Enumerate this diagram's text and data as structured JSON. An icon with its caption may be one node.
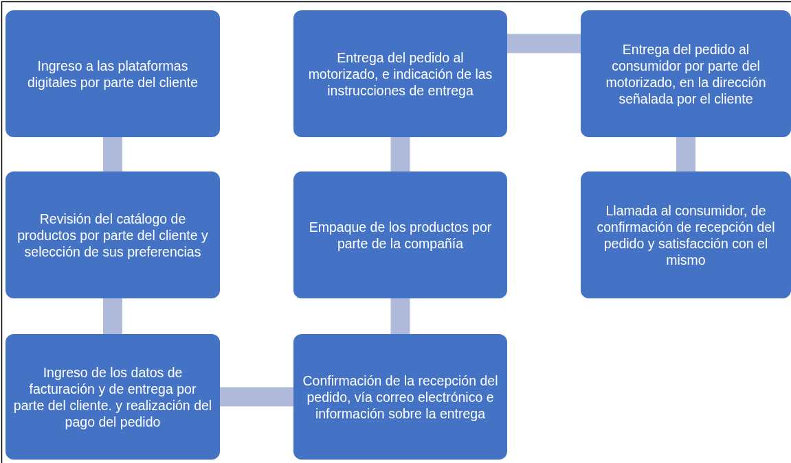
{
  "diagram": {
    "nodes": [
      {
        "text": [
          "Ingreso a las plataformas digitales por parte del cliente"
        ]
      },
      {
        "text": [
          "Revisión del catálogo de productos por parte del cliente y selección de sus preferencias"
        ]
      },
      {
        "text": [
          "Ingreso de los datos de facturación y de entrega por parte del cliente. y realización del pago del pedido"
        ]
      },
      {
        "text": [
          "Entrega del pedido al motorizado, e indicación de las instrucciones de entrega"
        ]
      },
      {
        "text": [
          "Empaque de los productos por parte de la compañía"
        ]
      },
      {
        "text": [
          "Confirmación de la recepción del pedido, vía correo electrónico e información sobre la entrega"
        ]
      },
      {
        "text": [
          "Entrega del pedido al consumidor por parte del motorizado, en la dirección señalada por el cliente"
        ]
      },
      {
        "text": [
          "Llamada al consumidor, de confirmación de recepción del pedido y satisfacción con el mismo"
        ]
      }
    ],
    "edges": [
      {
        "from": 0,
        "to": 1,
        "arrow": "none"
      },
      {
        "from": 1,
        "to": 2,
        "arrow": "none"
      },
      {
        "from": 2,
        "to": 5,
        "arrow": "none"
      },
      {
        "from": 5,
        "to": 4,
        "arrow": "none"
      },
      {
        "from": 4,
        "to": 3,
        "arrow": "none"
      },
      {
        "from": 3,
        "to": 6,
        "arrow": "none"
      },
      {
        "from": 6,
        "to": 7,
        "arrow": "none"
      }
    ]
  }
}
